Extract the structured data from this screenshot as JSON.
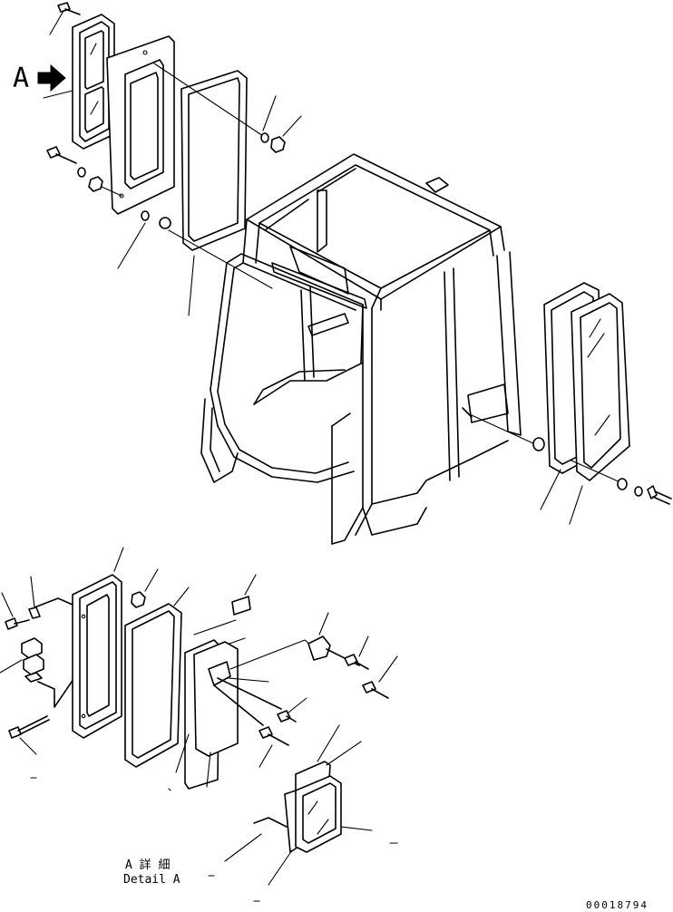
{
  "view_marker": "A",
  "detail_title_jp": "A 詳 細",
  "detail_title_en": "Detail A",
  "drawing_number": "00018794"
}
